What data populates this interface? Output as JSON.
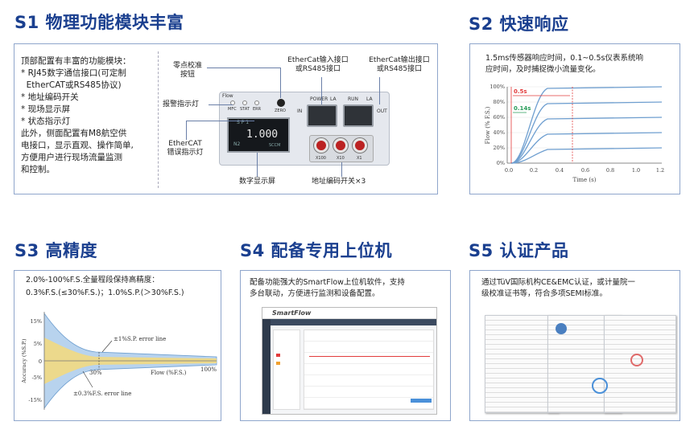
{
  "s1": {
    "title": "S1 物理功能模块丰富",
    "desc": [
      "顶部配置有丰富的功能模块：",
      "* RJ45数字通信接口(可定制",
      "  EtherCAT或RS485协议)",
      "* 地址编码开关",
      "* 现场显示屏",
      "* 状态指示灯",
      "此外，侧面配置有M8航空供",
      "电接口，显示直观、操作简单,",
      "方便用户进行现场流量监测",
      "和控制。"
    ],
    "callouts": {
      "zero_btn": "零点校准\n按钮",
      "alarm_led": "报警指示灯",
      "ethercat_err": "EtherCAT\n错误指示灯",
      "display": "数字显示屏",
      "in_port": "EtherCat输入接口\n或RS485接口",
      "out_port": "EtherCat输出接口\n或RS485接口",
      "switches": "地址编码开关×3"
    },
    "device": {
      "flow": "Flow",
      "leds": [
        "MFC",
        "STAT",
        "ERR"
      ],
      "zero": "ZERO",
      "power": "POWER",
      "run": "RUN",
      "la": "LA",
      "in": "IN",
      "out": "OUT",
      "display_value": "1.000",
      "display_unit": "SCCM",
      "display_top": "S P 1",
      "display_n2": "N2",
      "sw_labels": [
        "X100",
        "X10",
        "X1"
      ]
    }
  },
  "s2": {
    "title": "S2 快速响应",
    "desc": [
      "1.5ms传感器响应时间，0.1~0.5s仪表系统响",
      "应时间，及时捕捉微小流量变化。"
    ],
    "chart": {
      "ylabel": "Flow (% F.S.)",
      "xlabel": "Time (s)",
      "yticks": [
        "100%",
        "80%",
        "60%",
        "40%",
        "20%",
        "0%"
      ],
      "xticks": [
        "0.0",
        "0.2",
        "0.4",
        "0.6",
        "0.8",
        "1.0",
        "1.2"
      ],
      "ann1": "0.5s",
      "ann2": "0.14s"
    }
  },
  "s3": {
    "title": "S3 高精度",
    "desc": [
      "2.0%-100%F.S.全量程段保持高精度：",
      "0.3%F.S.(≤30%F.S.)；1.0%S.P.(＞30%F.S.)"
    ],
    "chart": {
      "ylabel": "Accuracy (%S.P.)",
      "yticks": [
        "15%",
        "5%",
        "0",
        "-5%",
        "-15%"
      ],
      "err_sp": "±1%S.P. error line",
      "err_fs": "±0.3%F.S. error line",
      "xlabel": "Flow (%F.S.)",
      "x30": "30%",
      "x100": "100%"
    }
  },
  "s4": {
    "title": "S4 配备专用上位机",
    "desc": [
      "配备功能强大的SmartFlow上位机软件，支持",
      "多台联动，方便进行监测和设备配置。"
    ],
    "app": {
      "name": "SmartFlow"
    }
  },
  "s5": {
    "title": "S5 认证产品",
    "desc": [
      "通过TüV国际机构CE&EMC认证，或计量院一",
      "级校准证书等，符合多项SEMI标准。"
    ]
  },
  "colors": {
    "title": "#1a3f8f",
    "border": "#8fa6cc",
    "curve": "#6f9fd0",
    "red": "#e23b3b",
    "green": "#2a9d5a",
    "band_blue": "#b8d3ee",
    "band_yellow": "#f4d97a"
  }
}
